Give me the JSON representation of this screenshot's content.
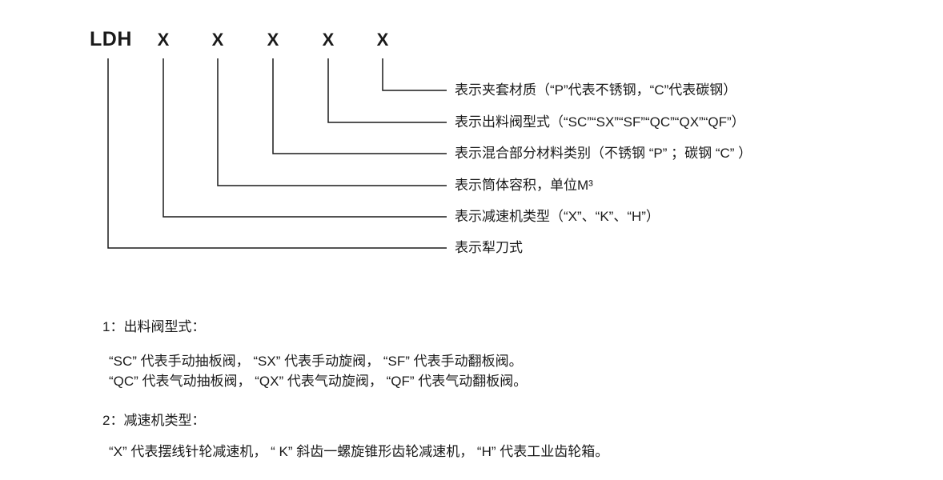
{
  "model_code": {
    "prefix": "LDH",
    "placeholders": [
      "X",
      "X",
      "X",
      "X",
      "X"
    ]
  },
  "diagram": {
    "labels": [
      {
        "id": "jacket-material",
        "text": "表示夹套材质（“P”代表不锈钢，“C”代表碳钢）"
      },
      {
        "id": "discharge-valve-type",
        "text": "表示出料阀型式（“SC”“SX”“SF”“QC”“QX”“QF”）"
      },
      {
        "id": "mixing-material-category",
        "text": "表示混合部分材料类别（不锈钢 “P” ；碳钢 “C” ）"
      },
      {
        "id": "barrel-volume",
        "text": "表示筒体容积，单位M³"
      },
      {
        "id": "reducer-type",
        "text": "表示减速机类型（“X”、“K”、“H”）"
      },
      {
        "id": "plow-blade-type",
        "text": "表示犁刀式"
      }
    ]
  },
  "notes": [
    {
      "heading": "1：出料阀型式：",
      "lines": [
        "“SC” 代表手动抽板阀， “SX” 代表手动旋阀， “SF” 代表手动翻板阀。",
        "“QC” 代表气动抽板阀， “QX” 代表气动旋阀， “QF” 代表气动翻板阀。"
      ]
    },
    {
      "heading": "2：减速机类型：",
      "lines": [
        "“X” 代表摆线针轮减速机， “ K” 斜齿一螺旋锥形齿轮减速机， “H” 代表工业齿轮箱。"
      ]
    }
  ],
  "colors": {
    "text": "#1a1a1a",
    "line": "#1a1a1a",
    "background": "#ffffff"
  }
}
